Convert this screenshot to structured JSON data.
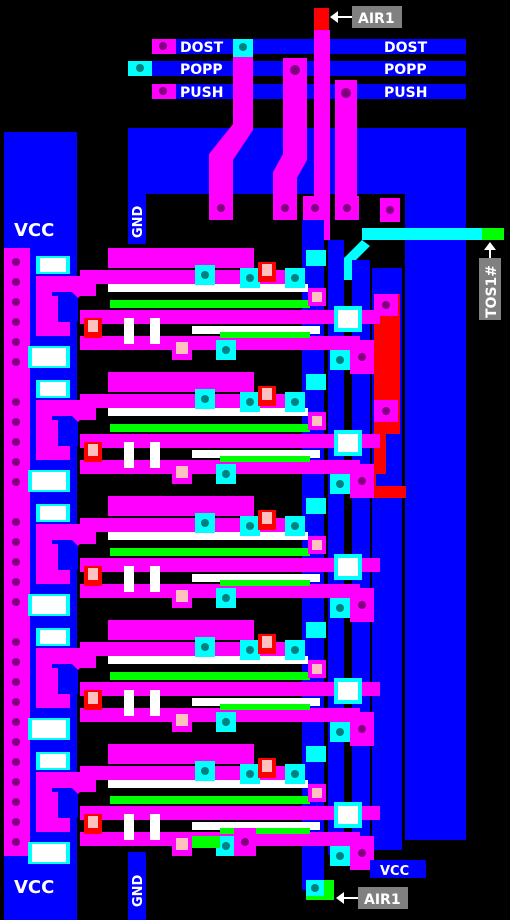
{
  "labels": {
    "air1_top": "AIR1",
    "air1_bottom": "AIR1",
    "dost_left": "DOST",
    "dost_right": "DOST",
    "popp_left": "POPP",
    "popp_right": "POPP",
    "push_left": "PUSH",
    "push_right": "PUSH",
    "vcc_top": "VCC",
    "vcc_bottom": "VCC",
    "vcc_small": "VCC",
    "gnd_top": "GND",
    "gnd_bottom": "GND",
    "tos1": "TOS1#"
  },
  "layers": {
    "metal1": "#0000ff",
    "metal2": "#ff00ff",
    "poly": "#ff0000",
    "diffusion": "#00ff00",
    "contact": "#00ffff",
    "overlap": "#ffffff",
    "label_bg": "#808080"
  }
}
